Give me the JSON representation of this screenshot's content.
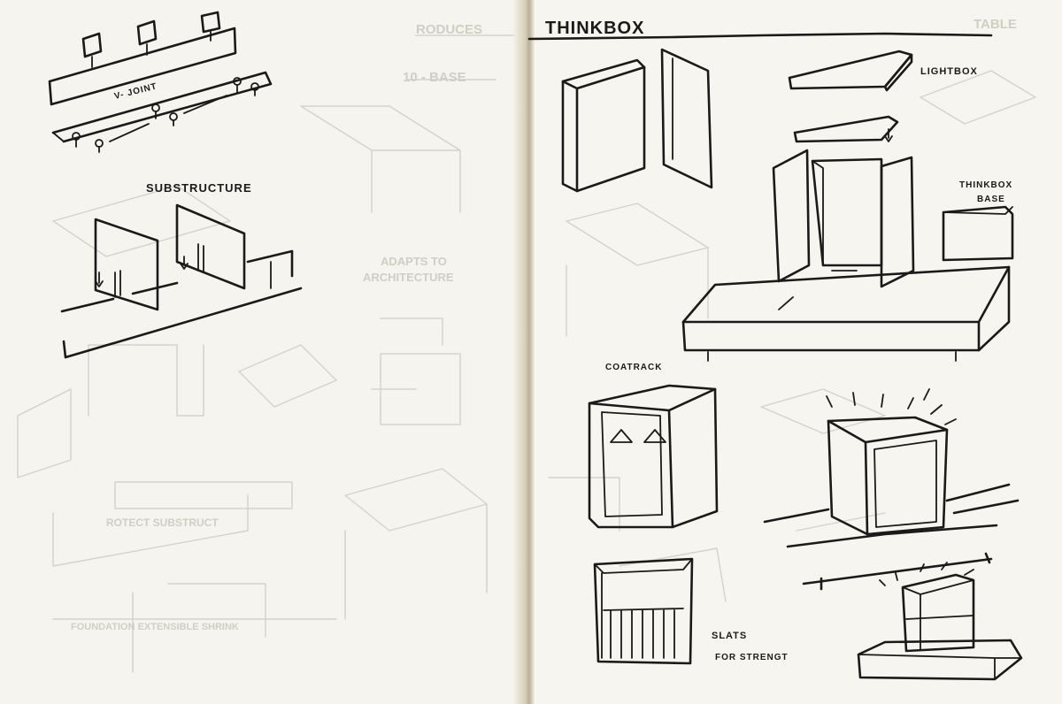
{
  "left_page": {
    "labels": {
      "v_joint": "V- JOINT",
      "substructure": "SUBSTRUCTURE"
    }
  },
  "right_page": {
    "title": "THINKBOX",
    "labels": {
      "lightbox": "LIGHTBOX",
      "thinkbox_base_line1": "THINKBOX",
      "thinkbox_base_line2": "BASE",
      "coatrack": "COATRACK",
      "slats_line1": "SLATS",
      "slats_line2": "FOR   STRENGT"
    }
  },
  "colors": {
    "paper": "#f4f2ea",
    "ink": "#1a1a1a",
    "bleed_through": "#d3d3c8",
    "spine_shadow": "#c9c1a5"
  }
}
